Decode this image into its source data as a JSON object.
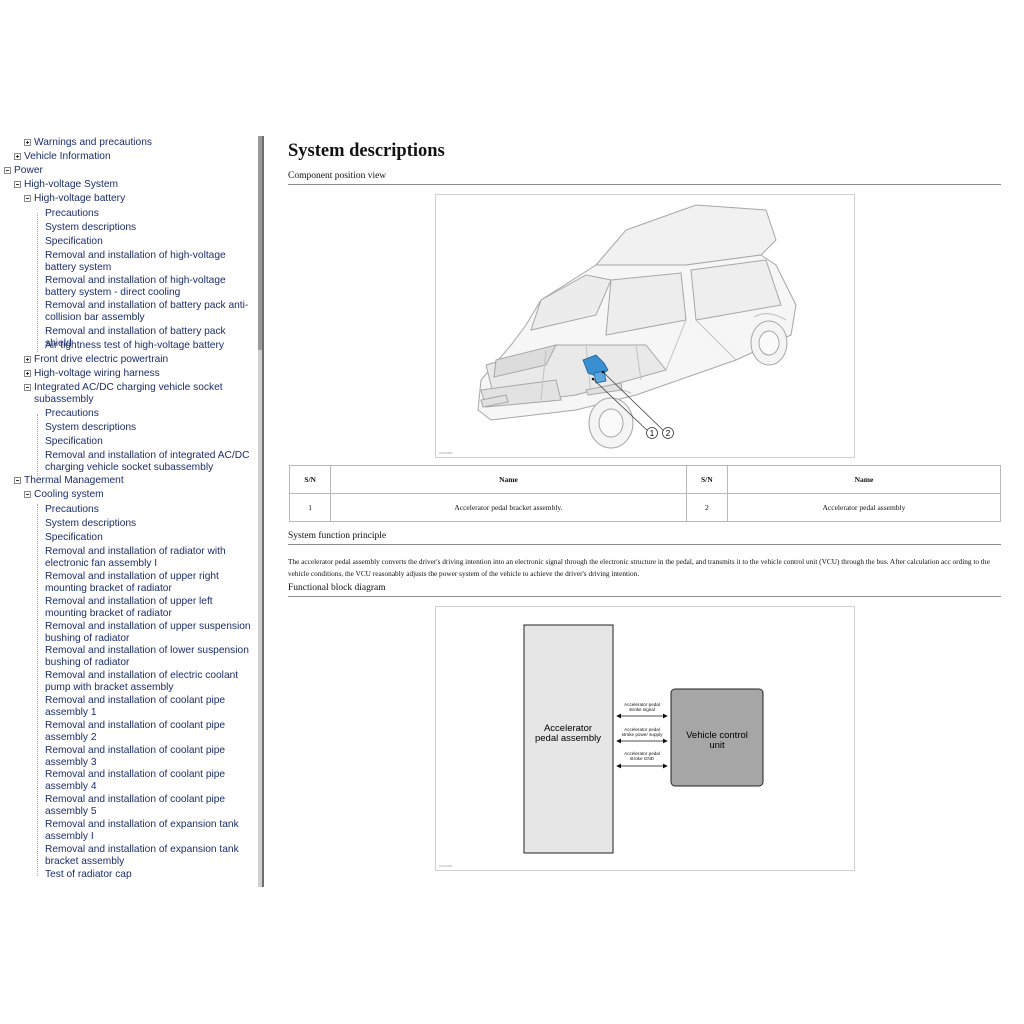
{
  "sidebar": {
    "items": [
      {
        "label": "Warnings and precautions",
        "toggle": "plus"
      },
      {
        "label": "Vehicle Information",
        "toggle": "plus"
      },
      {
        "label": "Power",
        "toggle": "minus"
      },
      {
        "label": "High-voltage System",
        "toggle": "minus"
      },
      {
        "label": "High-voltage battery",
        "toggle": "minus"
      },
      {
        "label": "Precautions"
      },
      {
        "label": "System descriptions"
      },
      {
        "label": "Specification"
      },
      {
        "label": "Removal and installation of high-voltage battery system"
      },
      {
        "label": "Removal and installation of high-voltage battery system - direct cooling"
      },
      {
        "label": "Removal and installation of battery pack anti-collision bar assembly"
      },
      {
        "label": "Removal and installation of battery pack shield"
      },
      {
        "label": "Air tightness test of high-voltage battery"
      },
      {
        "label": "Front drive electric powertrain",
        "toggle": "plus"
      },
      {
        "label": "High-voltage wiring harness",
        "toggle": "plus"
      },
      {
        "label": "Integrated AC/DC charging vehicle socket subassembly",
        "toggle": "minus"
      },
      {
        "label": "Precautions"
      },
      {
        "label": "System descriptions"
      },
      {
        "label": "Specification"
      },
      {
        "label": "Removal and installation of integrated AC/DC charging vehicle socket subassembly"
      },
      {
        "label": "Thermal Management",
        "toggle": "minus"
      },
      {
        "label": "Cooling system",
        "toggle": "minus"
      },
      {
        "label": "Precautions"
      },
      {
        "label": "System descriptions"
      },
      {
        "label": "Specification"
      },
      {
        "label": "Removal and installation of radiator with electronic fan assembly I"
      },
      {
        "label": "Removal and installation of upper right mounting bracket of radiator"
      },
      {
        "label": "Removal and installation of upper left mounting bracket of radiator"
      },
      {
        "label": "Removal and installation of upper suspension bushing of radiator"
      },
      {
        "label": "Removal and installation of lower suspension bushing of radiator"
      },
      {
        "label": "Removal and installation of electric coolant pump with bracket assembly"
      },
      {
        "label": "Removal and installation of coolant pipe assembly 1"
      },
      {
        "label": "Removal and installation of coolant pipe assembly 2"
      },
      {
        "label": "Removal and installation of coolant pipe assembly 3"
      },
      {
        "label": "Removal and installation of coolant pipe assembly 4"
      },
      {
        "label": "Removal and installation of coolant pipe assembly 5"
      },
      {
        "label": "Removal and installation of expansion tank assembly I"
      },
      {
        "label": "Removal and installation of expansion tank bracket assembly"
      },
      {
        "label": "Test of radiator cap"
      }
    ]
  },
  "page": {
    "title": "System descriptions",
    "component_position_heading": "Component position view",
    "function_principle_heading": "System function principle",
    "block_diagram_heading": "Functional block diagram",
    "description": "The accelerator pedal assembly converts the driver's driving intention into an electronic signal through the electronic structure in the pedal, and transmits it to the vehicle control unit (VCU) through the bus. After calculation acc ording to the vehicle conditions, the VCU reasonably adjusts the power system of the vehicle to achieve the driver's driving intention."
  },
  "figure1": {
    "callouts": [
      "1",
      "2"
    ],
    "figure_id": "ZXL00000"
  },
  "parts_table": {
    "headers": [
      "S/N",
      "Name",
      "S/N",
      "Name"
    ],
    "rows": [
      [
        "1",
        "Accelerator pedal bracket assembly.",
        "2",
        "Accelerator pedal assembly"
      ]
    ]
  },
  "block_diagram": {
    "left_block": [
      "Accelerator",
      "pedal assembly"
    ],
    "right_block": [
      "Vehicle control",
      "unit"
    ],
    "signals": [
      [
        "Accelerator pedal",
        "stroke signal"
      ],
      [
        "Accelerator pedal",
        "stroke power supply"
      ],
      [
        "Accelerator pedal",
        "stroke GND"
      ]
    ],
    "figure_id": "ZXL00001"
  },
  "colors": {
    "link": "#1c2e6b",
    "highlight_part": "#3a8fd0",
    "left_block": "#e6e6e6",
    "right_block": "#a6a6a6"
  }
}
